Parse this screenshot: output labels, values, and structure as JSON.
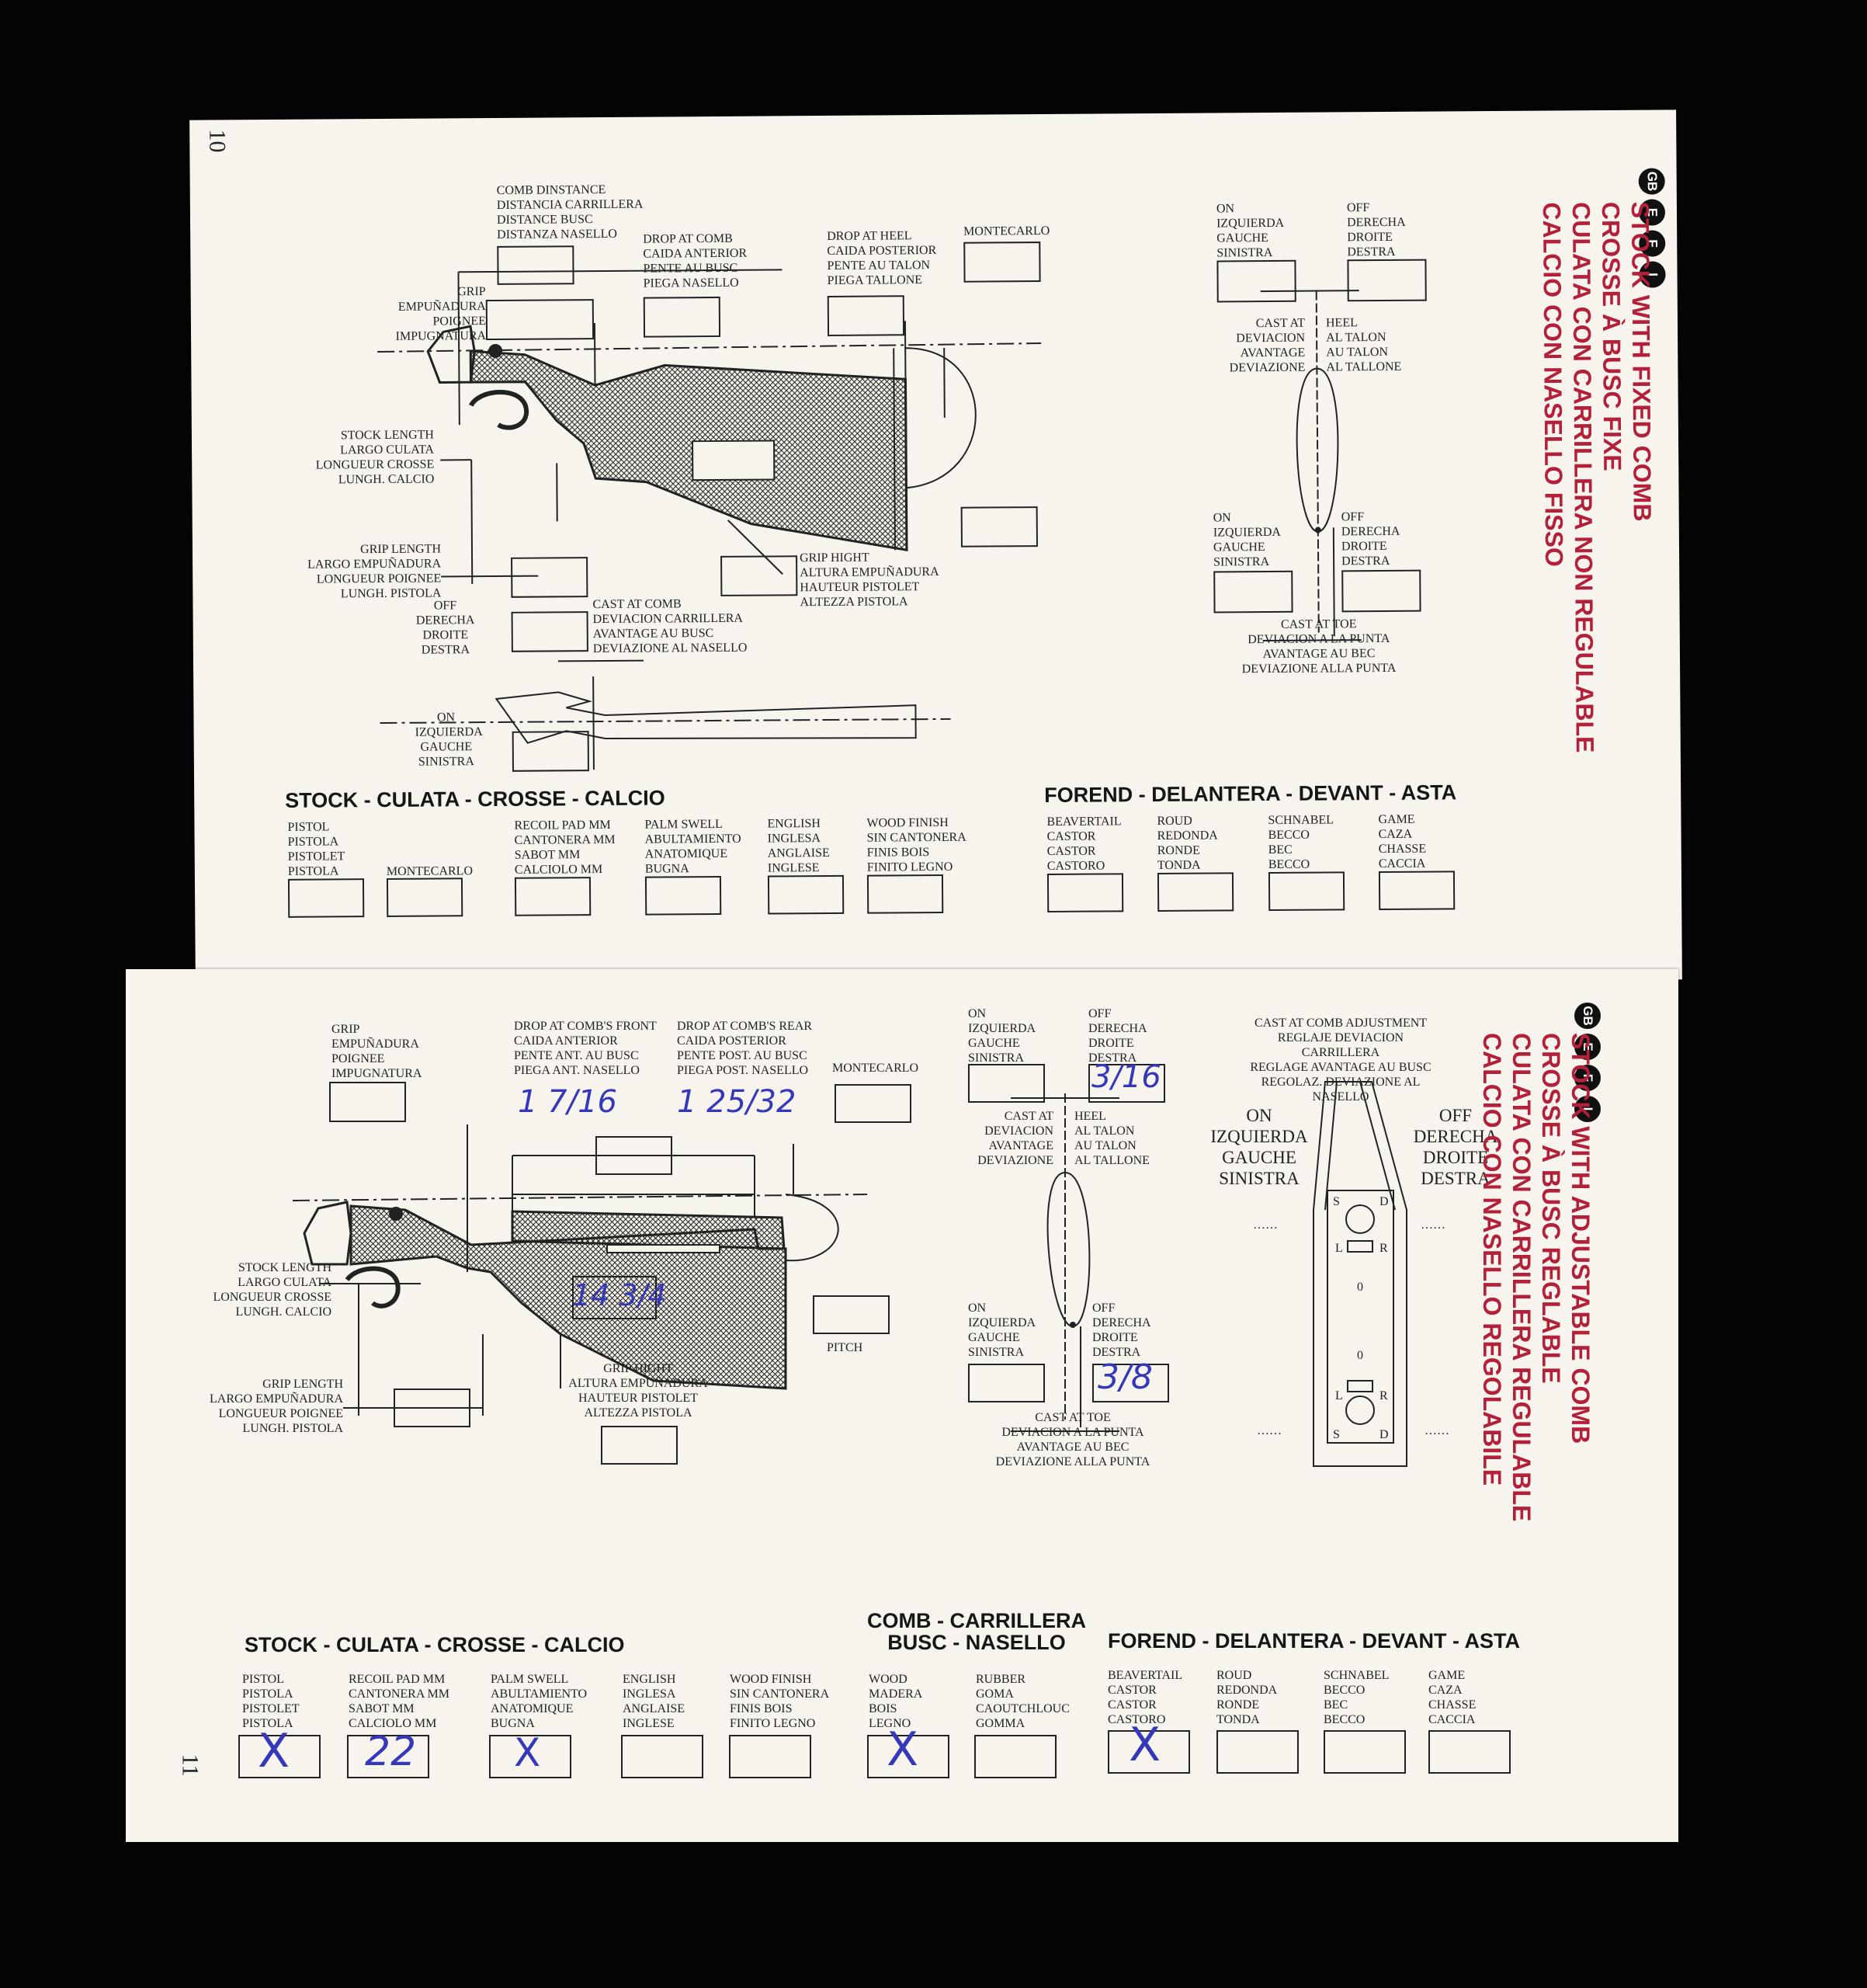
{
  "colors": {
    "title_red": "#b3203a",
    "ink": "#222222",
    "handwriting": "#3538b8",
    "paper": "#f7f4ee",
    "background": "#050505"
  },
  "top_page": {
    "page_number": "10",
    "badges": [
      "GB",
      "E",
      "F",
      "I"
    ],
    "title_lines": [
      "STOCK WITH FIXED COMB",
      "CROSSE À BUSC FIXE",
      "CULATA CON CARRILLERA NON REGULABLE",
      "CALCIO CON NASELLO FISSO"
    ],
    "labels": {
      "comb_distance": "COMB DINSTANCE\nDISTANCIA CARRILLERA\nDISTANCE BUSC\nDISTANZA NASELLO",
      "drop_at_comb": "DROP AT COMB\nCAIDA ANTERIOR\nPENTE AU BUSC\nPIEGA NASELLO",
      "drop_at_heel": "DROP AT HEEL\nCAIDA POSTERIOR\nPENTE AU TALON\nPIEGA TALLONE",
      "montecarlo": "MONTECARLO",
      "grip": "GRIP\nEMPUÑADURA\nPOIGNEE\nIMPUGNATURA",
      "stock_length": "STOCK LENGTH\nLARGO CULATA\nLONGUEUR CROSSE\nLUNGH. CALCIO",
      "grip_length": "GRIP LENGTH\nLARGO EMPUÑADURA\nLONGUEUR POIGNEE\nLUNGH. PISTOLA",
      "grip_height": "GRIP HIGHT\nALTURA EMPUÑADURA\nHAUTEUR PISTOLET\nALTEZZA PISTOLA",
      "off": "OFF\nDERECHA\nDROITE\nDESTRA",
      "cast_at_comb": "CAST AT COMB\nDEVIACION CARRILLERA\nAVANTAGE AU BUSC\nDEVIAZIONE AL NASELLO",
      "on": "ON\nIZQUIERDA\nGAUCHE\nSINISTRA",
      "right_on_top": "ON\nIZQUIERDA\nGAUCHE\nSINISTRA",
      "right_off_top": "OFF\nDERECHA\nDROITE\nDESTRA",
      "cast_at_heel_left": "CAST AT\nDEVIACION\nAVANTAGE\nDEVIAZIONE",
      "cast_at_heel_right": "HEEL\nAL TALON\nAU TALON\nAL TALLONE",
      "right_on_bottom": "ON\nIZQUIERDA\nGAUCHE\nSINISTRA",
      "right_off_bottom": "OFF\nDERECHA\nDROITE\nDESTRA",
      "cast_at_toe": "CAST AT TOE\nDEVIACION A LA PUNTA\nAVANTAGE AU BEC\nDEVIAZIONE ALLA PUNTA"
    },
    "stock_heading": "STOCK - CULATA - CROSSE - CALCIO",
    "forend_heading": "FOREND - DELANTERA - DEVANT - ASTA",
    "stock_options": [
      "PISTOL\nPISTOLA\nPISTOLET\nPISTOLA",
      "MONTECARLO",
      "RECOIL PAD mm\nCANTONERA mm\nSABOT mm\nCALCIOLO mm",
      "PALM SWELL\nABULTAMIENTO\nANATOMIQUE\nBUGNA",
      "ENGLISH\nINGLESA\nANGLAISE\nINGLESE",
      "WOOD FINISH\nSIN CANTONERA\nFINIS BOIS\nFINITO LEGNO"
    ],
    "forend_options": [
      "BEAVERTAIL\nCASTOR\nCASTOR\nCASTORO",
      "ROUD\nREDONDA\nRONDE\nTONDA",
      "SCHNABEL\nBECCO\nBEC\nBECCO",
      "GAME\nCAZA\nCHASSE\nCACCIA"
    ]
  },
  "bottom_page": {
    "page_number": "11",
    "badges": [
      "GB",
      "E",
      "F",
      "I"
    ],
    "title_lines": [
      "STOCK WITH ADJUSTABLE COMB",
      "CROSSE À BUSC REGLABLE",
      "CULATA CON CARRILLERA REGULABLE",
      "CALCIO CON NASELLO REGOLABILE"
    ],
    "labels": {
      "grip": "GRIP\nEMPUÑADURA\nPOIGNEE\nIMPUGNATURA",
      "drop_front": "DROP AT COMB'S FRONT\nCAIDA ANTERIOR\nPENTE ANT. AU BUSC\nPIEGA ANT. NASELLO",
      "drop_rear": "DROP AT COMB'S REAR\nCAIDA POSTERIOR\nPENTE POST. AU BUSC\nPIEGA POST. NASELLO",
      "montecarlo": "MONTECARLO",
      "stock_length": "STOCK LENGTH\nLARGO CULATA\nLONGUEUR CROSSE\nLUNGH. CALCIO",
      "pitch": "PITCH",
      "grip_height": "GRIP HIGHT\nALTURA EMPUÑADURA\nHAUTEUR PISTOLET\nALTEZZA PISTOLA",
      "grip_length": "GRIP LENGTH\nLARGO EMPUÑADURA\nLONGUEUR POIGNEE\nLUNGH. PISTOLA",
      "on_top": "ON\nIZQUIERDA\nGAUCHE\nSINISTRA",
      "off_top": "OFF\nDERECHA\nDROITE\nDESTRA",
      "cast_heel_left": "CAST AT\nDEVIACION\nAVANTAGE\nDEVIAZIONE",
      "cast_heel_right": "HEEL\nAL TALON\nAU TALON\nAL TALLONE",
      "on_bottom": "ON\nIZQUIERDA\nGAUCHE\nSINISTRA",
      "off_bottom": "OFF\nDERECHA\nDROITE\nDESTRA",
      "cast_at_toe": "CAST AT TOE\nDEVIACION A LA PUNTA\nAVANTAGE AU BEC\nDEVIAZIONE ALLA PUNTA",
      "comb_adjustment": "CAST AT COMB ADJUSTMENT\nREGLAJE DEVIACION CARRILLERA\nREGLAGE AVANTAGE AU BUSC\nREGOLAZ. DEVIAZIONE AL NASELLO",
      "big_on": "ON\nIZQUIERDA\nGAUCHE\nSINISTRA",
      "big_off": "OFF\nDERECHA\nDROITE\nDESTRA",
      "dots": "……",
      "s": "S",
      "d": "D",
      "l": "L",
      "r": "R",
      "zero": "0"
    },
    "handwritten": {
      "drop_front": "1 7/16",
      "drop_rear": "1 25/32",
      "stock_length": "14 3/4",
      "cast_heel": "3/16",
      "cast_toe": "3/8",
      "recoil_pad": "22",
      "pistol_mark": "X",
      "palm_mark": "X",
      "wood_mark": "X",
      "beavertail_mark": "X"
    },
    "stock_heading": "STOCK - CULATA - CROSSE - CALCIO",
    "comb_heading": "COMB - CARRILLERA\nBUSC - NASELLO",
    "forend_heading": "FOREND - DELANTERA - DEVANT - ASTA",
    "stock_options": [
      "PISTOL\nPISTOLA\nPISTOLET\nPISTOLA",
      "RECOIL PAD mm\nCANTONERA mm\nSABOT mm\nCALCIOLO mm",
      "PALM SWELL\nABULTAMIENTO\nANATOMIQUE\nBUGNA",
      "ENGLISH\nINGLESA\nANGLAISE\nINGLESE",
      "WOOD FINISH\nSIN CANTONERA\nFINIS BOIS\nFINITO LEGNO"
    ],
    "comb_options": [
      "WOOD\nMADERA\nBOIS\nLEGNO",
      "RUBBER\nGOMA\nCAOUTCHLOUC\nGOMMA"
    ],
    "forend_options": [
      "BEAVERTAIL\nCASTOR\nCASTOR\nCASTORO",
      "ROUD\nREDONDA\nRONDE\nTONDA",
      "SCHNABEL\nBECCO\nBEC\nBECCO",
      "GAME\nCAZA\nCHASSE\nCACCIA"
    ]
  }
}
